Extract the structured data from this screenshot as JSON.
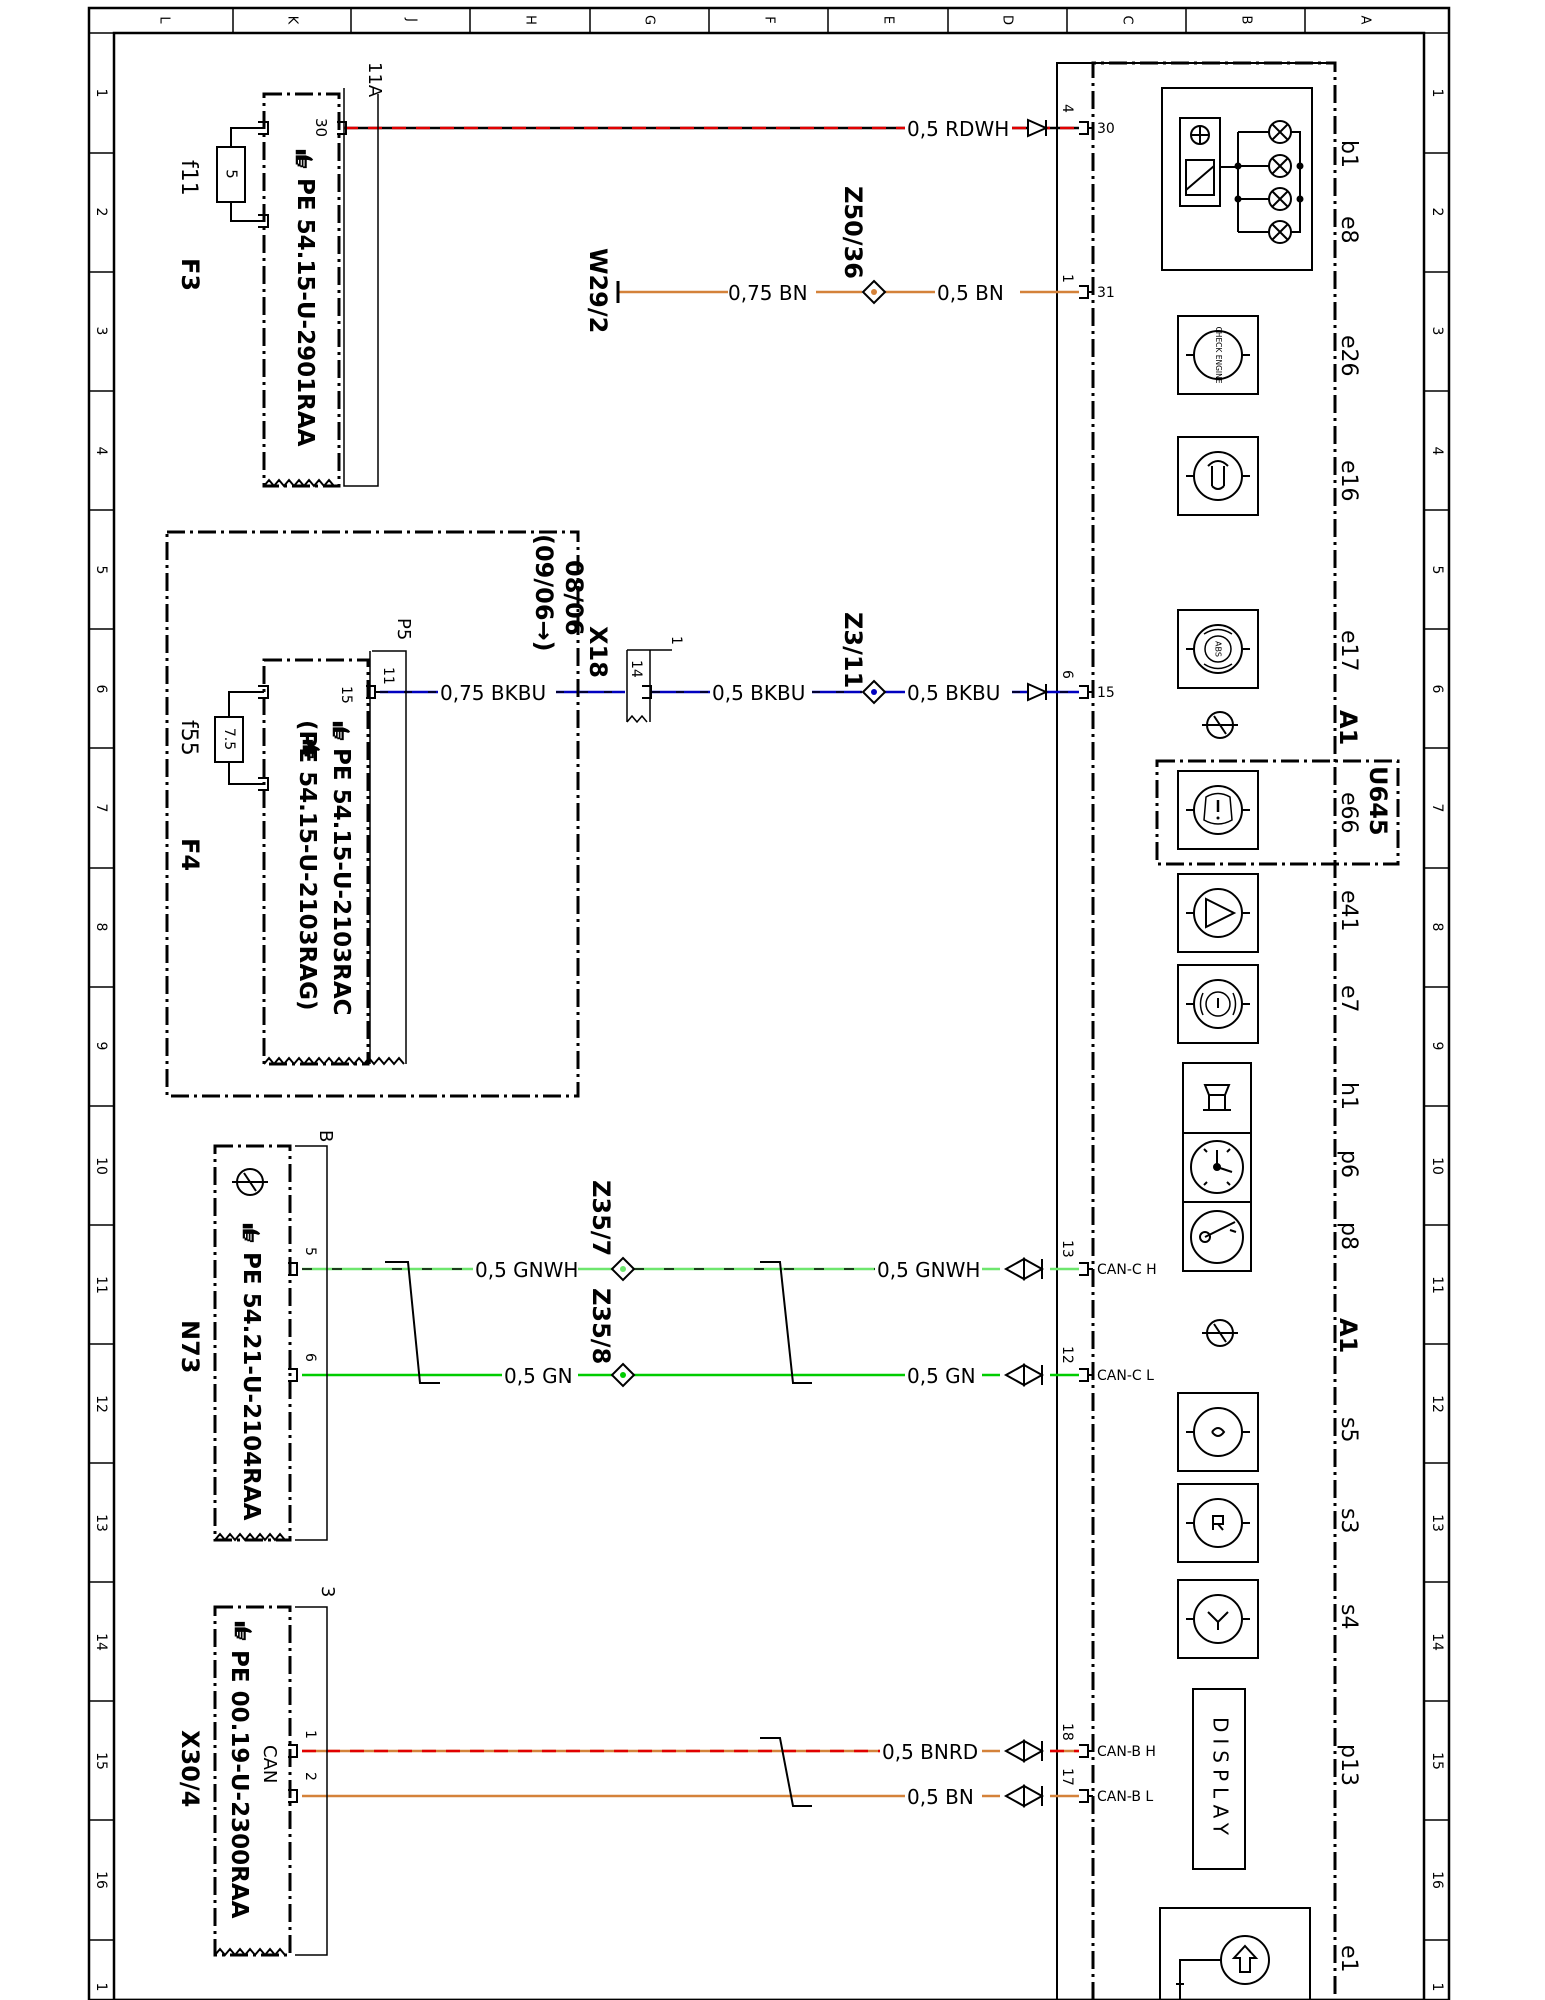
{
  "frame": {
    "col_labels": [
      "L",
      "K",
      "J",
      "H",
      "G",
      "F",
      "E",
      "D",
      "C",
      "B",
      "A"
    ],
    "row_labels": [
      "1",
      "2",
      "3",
      "4",
      "5",
      "6",
      "7",
      "8",
      "9",
      "10",
      "11",
      "12",
      "13",
      "14",
      "15",
      "16",
      "1"
    ]
  },
  "modules": {
    "f3": {
      "ref": "11A",
      "pin": "30",
      "fuse_name": "f11",
      "fuse_value": "5",
      "ref_text": "PE 54.15-U-2901RAA",
      "label": "F3"
    },
    "f4": {
      "ref": "P5",
      "pin_15": "15",
      "pin_11": "11",
      "fuse_name": "f55",
      "fuse_value": "7.5",
      "ref_text_1": "PE 54.15-U-2103RAC",
      "ref_text_2": "(PE 54.15-U-2103RAG)",
      "label": "F4",
      "validity_1": "08/06",
      "validity_2": "(09/06→)"
    },
    "n73": {
      "ref": "B",
      "pin_5": "5",
      "pin_6": "6",
      "ref_text": "PE 54.21-U-2104RAA",
      "label": "N73"
    },
    "x30": {
      "ref": "3",
      "pin_1": "1",
      "pin_2": "2",
      "can_text": "CAN",
      "ref_text": "PE 00.19-U-2300RAA",
      "label": "X30/4"
    },
    "x18": {
      "label": "X18",
      "pin": "14",
      "ref": "1"
    },
    "w29": {
      "label": "W29/2"
    },
    "z50": {
      "label": "Z50/36"
    },
    "z3": {
      "label": "Z3/11"
    },
    "z35_7": {
      "label": "Z35/7"
    },
    "z35_8": {
      "label": "Z35/8"
    }
  },
  "wires": {
    "w1": "0,5  RDWH",
    "w2a": "0,75  BN",
    "w2b": "0,5  BN",
    "w3a": "0,75  BKBU",
    "w3b": "0,5  BKBU",
    "w3c": "0,5  BKBU",
    "w4a": "0,5  GNWH",
    "w4b": "0,5  GNWH",
    "w5a": "0,5  GN",
    "w5b": "0,5  GN",
    "w6": "0,5  BNRD",
    "w7": "0,5  BN"
  },
  "cluster": {
    "label_a1": "A1",
    "label_a1_lower": "A1",
    "label_u645": "U645",
    "display_text": "DISPLAY",
    "check_engine_text": "CHECK ENGINE",
    "abs_text": "ABS",
    "pins": [
      {
        "num": "4",
        "name": "30"
      },
      {
        "num": "1",
        "name": "31"
      },
      {
        "num": "6",
        "name": "15"
      },
      {
        "num": "13",
        "name": "CAN-C H"
      },
      {
        "num": "12",
        "name": "CAN-C L"
      },
      {
        "num": "18",
        "name": "CAN-B H"
      },
      {
        "num": "17",
        "name": "CAN-B L"
      }
    ],
    "components": [
      "b1",
      "e8",
      "e26",
      "e16",
      "e17",
      "e66",
      "e41",
      "e7",
      "h1",
      "p6",
      "p8",
      "s5",
      "s3",
      "s4",
      "p13",
      "e1"
    ]
  },
  "colors": {
    "rd": "#e10000",
    "bn": "#d4823a",
    "bu": "#0000c0",
    "gn": "#00cc00",
    "gnwh": "#6ee66e"
  }
}
